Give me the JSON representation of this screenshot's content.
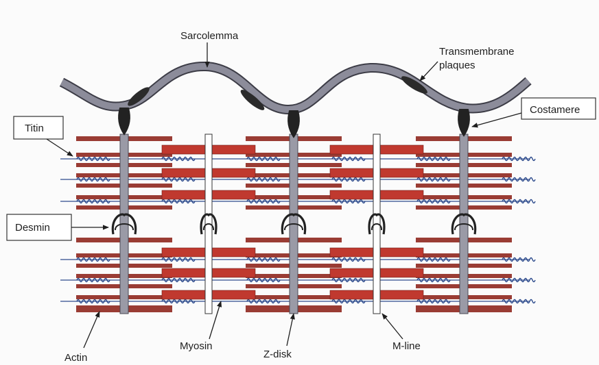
{
  "labels": {
    "sarcolemma": "Sarcolemma",
    "transmembrane_line1": "Transmembrane",
    "transmembrane_line2": "plaques",
    "costamere": "Costamere",
    "titin": "Titin",
    "desmin": "Desmin",
    "actin": "Actin",
    "myosin": "Myosin",
    "zdisk": "Z-disk",
    "mline": "M-line"
  },
  "colors": {
    "membrane": "#8c8c9a",
    "membrane_edge": "#3c3c46",
    "actin": "#9a3c34",
    "myosin": "#c0392f",
    "titin": "#2c4a8c",
    "zdisk": "#9a9aa6",
    "mline": "#ffffff",
    "desmin": "#222222",
    "plaque": "#2b2b2b"
  }
}
